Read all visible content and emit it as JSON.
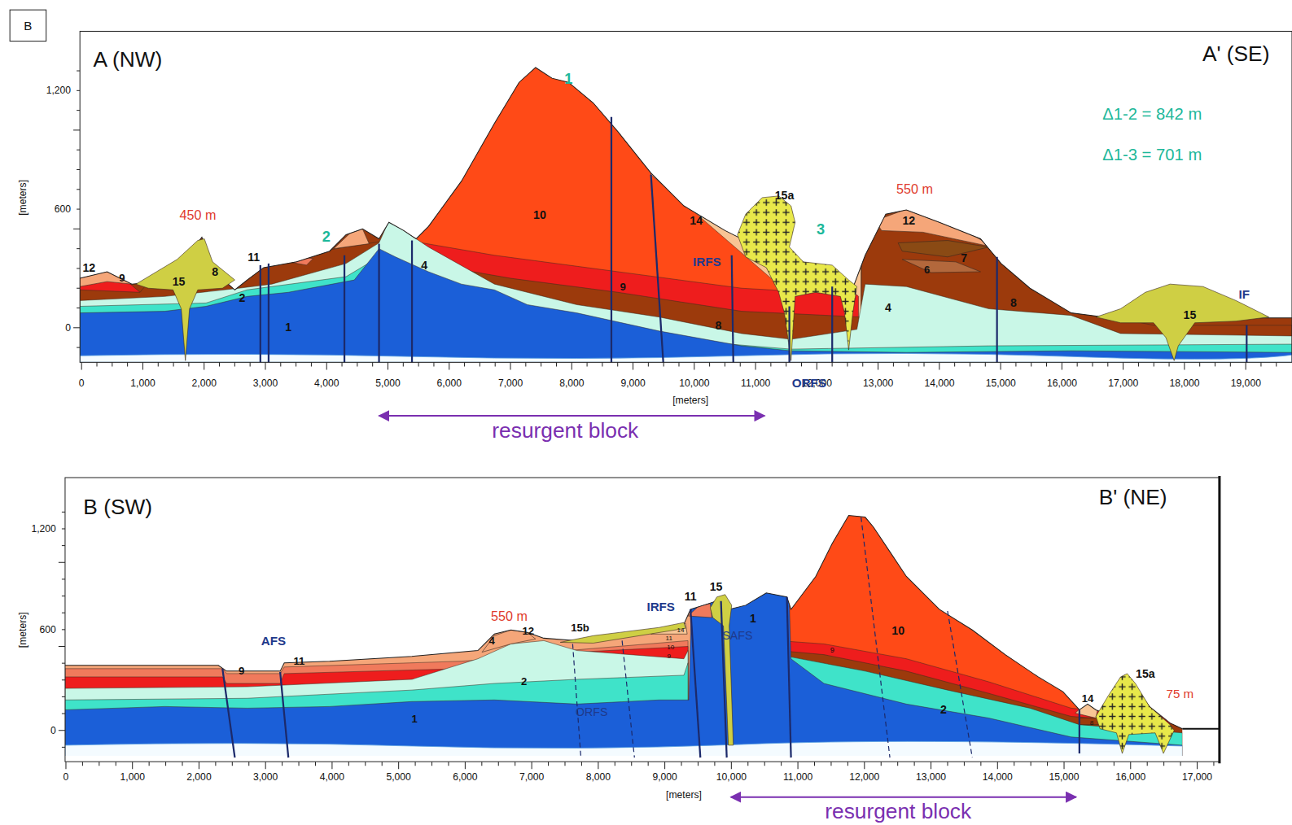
{
  "diagram": {
    "labels": [
      "B",
      "A (NW)",
      "A' (SE)",
      "1,200",
      "600",
      "0",
      "[meters]",
      "0",
      "1,000",
      "2,000",
      "3,000",
      "4,000",
      "5,000",
      "6,000",
      "7,000",
      "8,000",
      "9,000",
      "10,000",
      "11,000",
      "12,000",
      "13,000",
      "14,000",
      "15,000",
      "16,000",
      "17,000",
      "18,000",
      "19,000",
      "[meters]",
      "resurgent block",
      "1",
      "2",
      "3",
      "Δ1-2 = 842 m",
      "Δ1-3 = 701 m",
      "450 m",
      "550 m",
      "12",
      "9",
      "15",
      "8",
      "2",
      "11",
      "1",
      "4",
      "10",
      "9",
      "8",
      "14",
      "15a",
      "IRFS",
      "ORFS",
      "12",
      "7",
      "6",
      "8",
      "4",
      "15",
      "IF",
      "B (SW)",
      "B' (NE)",
      "1,200",
      "600",
      "0",
      "[meters]",
      "0",
      "1,000",
      "2,000",
      "3,000",
      "4,000",
      "5,000",
      "6,000",
      "7,000",
      "8,000",
      "9,000",
      "10,000",
      "11,000",
      "12,000",
      "13,000",
      "14,000",
      "15,000",
      "16,000",
      "17,000",
      "[meters]",
      "resurgent block",
      "AFS",
      "9",
      "11",
      "550 m",
      "12",
      "4",
      "2",
      "1",
      "ORFS",
      "15b",
      "IRFS",
      "11",
      "14",
      "10",
      "9",
      "11",
      "15",
      "SAFS",
      "1",
      "10",
      "9",
      "2",
      "14",
      "8",
      "15a",
      "75 m"
    ]
  }
}
